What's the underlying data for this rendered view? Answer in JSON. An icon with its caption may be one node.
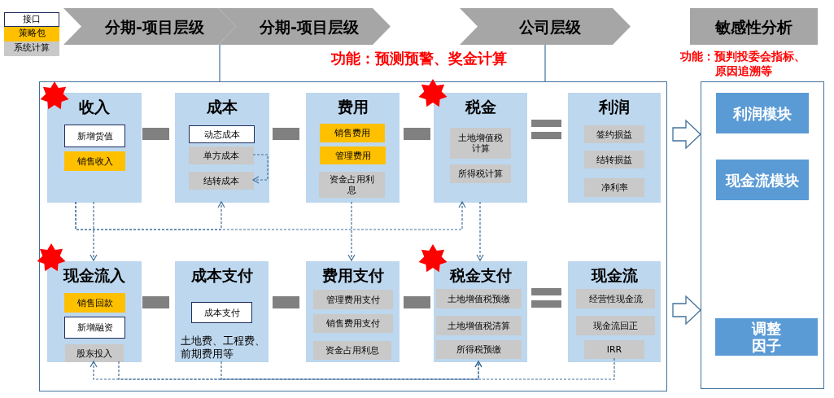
{
  "diagram": {
    "nodes": [
      {
        "text": [
          "分期-项目层级"
        ]
      },
      {
        "text": [
          "分期-项目层级"
        ]
      },
      {
        "text": [
          "公司层级"
        ]
      },
      {
        "text": [
          "敏感性分析"
        ]
      },
      {
        "text": [],
        "shape": "box"
      },
      {
        "text": [
          "收入"
        ],
        "in": 4
      },
      {
        "text": [
          "新增货值"
        ],
        "in": 5
      },
      {
        "text": [
          "销售收入"
        ],
        "in": 5
      },
      {
        "text": [
          "成本"
        ],
        "in": 4
      },
      {
        "text": [
          "动态成本"
        ],
        "in": 8
      },
      {
        "text": [
          "单方成本"
        ],
        "in": 8
      },
      {
        "text": [
          "结转成本"
        ],
        "in": 8
      },
      {
        "text": [
          "费用"
        ],
        "in": 4
      },
      {
        "text": [
          "销售费用"
        ],
        "in": 12
      },
      {
        "text": [
          "管理费用"
        ],
        "in": 12
      },
      {
        "text": [
          "资金占用利息"
        ],
        "in": 12
      },
      {
        "text": [
          "税金"
        ],
        "in": 4
      },
      {
        "text": [
          "土地增值税计算"
        ],
        "in": 16
      },
      {
        "text": [
          "所得税计算"
        ],
        "in": 16
      },
      {
        "text": [
          "利润"
        ],
        "in": 4
      },
      {
        "text": [
          "签约损益"
        ],
        "in": 19
      },
      {
        "text": [
          "结转损益"
        ],
        "in": 19
      },
      {
        "text": [
          "净利率"
        ],
        "in": 19
      },
      {
        "text": [
          "现金流入"
        ],
        "in": 4
      },
      {
        "text": [
          "销售回款"
        ],
        "in": 23
      },
      {
        "text": [
          "新增融资"
        ],
        "in": 23
      },
      {
        "text": [
          "股东投入"
        ],
        "in": 23
      },
      {
        "text": [
          "成本支付",
          "土地费、工程费、前期费用等"
        ],
        "in": 4
      },
      {
        "text": [
          "成本支付"
        ],
        "in": 27
      },
      {
        "text": [
          "费用支付"
        ],
        "in": 4
      },
      {
        "text": [
          "管理费用支付"
        ],
        "in": 29
      },
      {
        "text": [
          "销售费用支付"
        ],
        "in": 29
      },
      {
        "text": [
          "资金占用利息"
        ],
        "in": 29
      },
      {
        "text": [
          "税金支付"
        ],
        "in": 4
      },
      {
        "text": [
          "土地增值税预缴"
        ],
        "in": 33
      },
      {
        "text": [
          "土地增值税清算"
        ],
        "in": 33
      },
      {
        "text": [
          "所得税预缴"
        ],
        "in": 33
      },
      {
        "text": [
          "现金流"
        ],
        "in": 4
      },
      {
        "text": [
          "经营性现金流"
        ],
        "in": 37
      },
      {
        "text": [
          "现金流回正"
        ],
        "in": 37
      },
      {
        "text": [
          "IRR"
        ],
        "in": 37
      },
      {
        "text": [],
        "shape": "box"
      },
      {
        "text": [
          "利润模块"
        ],
        "in": 41
      },
      {
        "text": [
          "现金流模块"
        ],
        "in": 41
      },
      {
        "text": [
          "调整因子"
        ],
        "in": 41
      }
    ],
    "edges": [
      {
        "from": 0,
        "to": 4,
        "arrow": "none"
      },
      {
        "from": 2,
        "to": 4,
        "arrow": "none"
      },
      {
        "from": 5,
        "to": 8,
        "arrow": "to",
        "style": "dashed"
      },
      {
        "from": 5,
        "to": 16,
        "arrow": "to",
        "style": "dashed"
      },
      {
        "from": 5,
        "to": 23,
        "arrow": "to",
        "style": "dashed"
      },
      {
        "from": 10,
        "to": 11,
        "arrow": "to",
        "style": "dashed"
      },
      {
        "from": 12,
        "to": 29,
        "arrow": "to",
        "style": "dashed"
      },
      {
        "from": 16,
        "to": 33,
        "arrow": "to",
        "style": "dashed"
      },
      {
        "from": 23,
        "to": 33,
        "arrow": "to",
        "style": "dashed"
      },
      {
        "from": 27,
        "to": 33,
        "arrow": "to",
        "style": "dashed"
      },
      {
        "from": 40,
        "to": 23,
        "arrow": "to",
        "style": "dashed"
      },
      {
        "from": 4,
        "to": 41,
        "arrow": "to",
        "style": "thick"
      },
      {
        "from": 4,
        "to": 41,
        "arrow": "to",
        "style": "thick"
      }
    ],
    "labels": [
      "功能：预测预警、奖金计算",
      "功能：预判投委会指标、原因追溯等"
    ],
    "legend": [
      {
        "text": "接口",
        "color": "#ffffff"
      },
      {
        "text": "策略包",
        "color": "#ffc000"
      },
      {
        "text": "系统计算",
        "color": "#c9c9c9"
      }
    ]
  }
}
